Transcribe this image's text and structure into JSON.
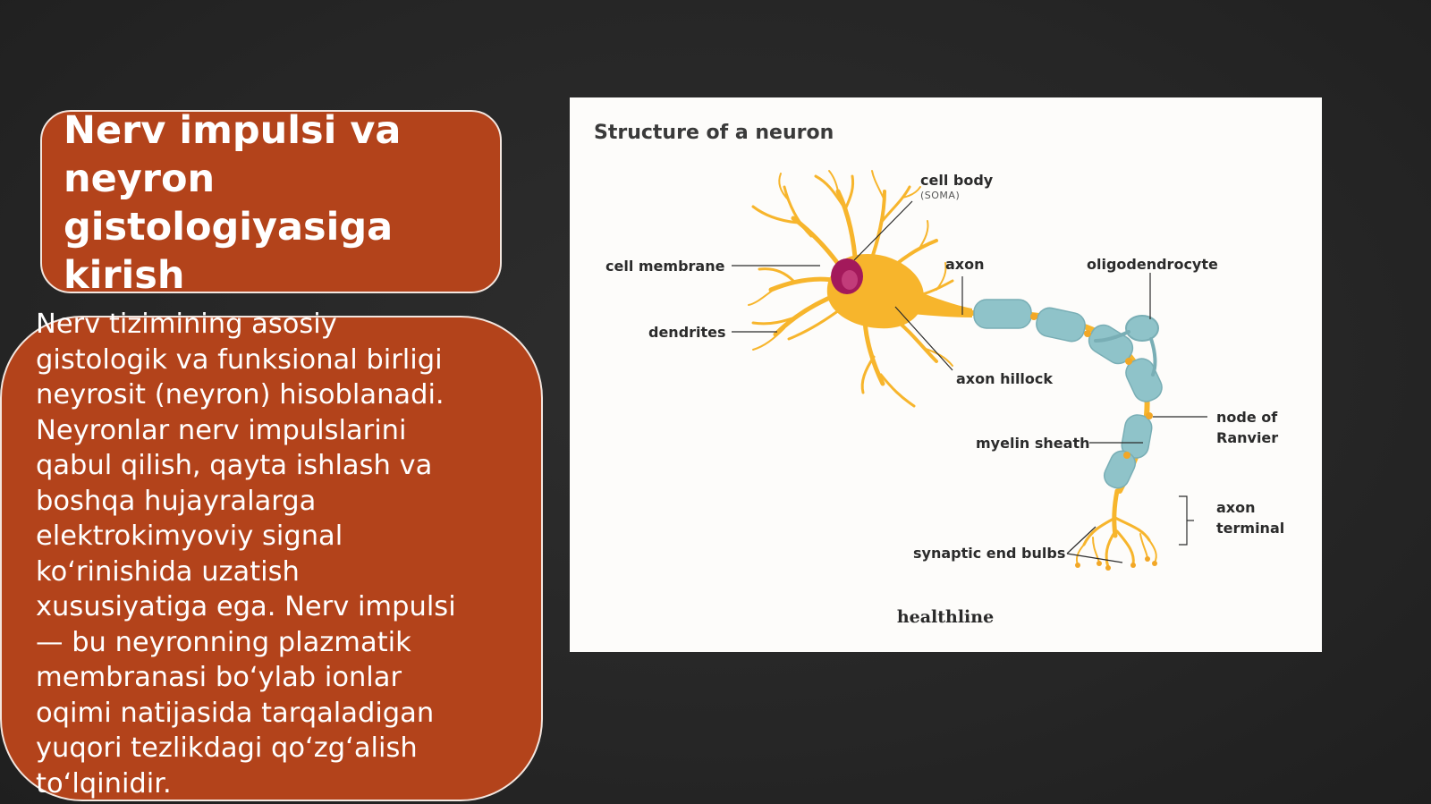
{
  "slide": {
    "title": "Nerv impulsi va\nneyron\ngistologiyasiga\nkirish",
    "body": "Nerv tizimining asosiy\ngistologik va funksional birligi\nneyrosit (neyron) hisoblanadi.\nNeyronlar nerv impulslarini\nqabul qilish, qayta ishlash va\nboshqa hujayralarga\nelektrokimyoviy signal\nko‘rinishida uzatish\nxususiyatiga ega. Nerv impulsi\n— bu neyronning plazmatik\nmembranasi bo‘ylab ionlar\noqimi natijasida tarqaladigan\nyuqori tezlikdagi qo‘zg‘alish\nto‘lqinidir.",
    "colors": {
      "box": "#b3431b",
      "box_border": "#f3e6df",
      "background": "#262626"
    }
  },
  "figure": {
    "title": "Structure of a neuron",
    "labels": {
      "cell_body": "cell body",
      "soma": "(SOMA)",
      "cell_membrane": "cell membrane",
      "axon": "axon",
      "oligodendrocyte": "oligodendrocyte",
      "dendrites": "dendrites",
      "axon_hillock": "axon hillock",
      "node_of": "node of",
      "ranvier": "Ranvier",
      "myelin_sheath": "myelin sheath",
      "axon_terminal_1": "axon",
      "axon_terminal_2": "terminal",
      "synaptic_end_bulbs": "synaptic end bulbs"
    },
    "brand": "healthline",
    "colors": {
      "neuron": "#f7b52c",
      "nucleus": "#a3195b",
      "myelin": "#8fc3c9",
      "text": "#2b2b2b"
    }
  }
}
